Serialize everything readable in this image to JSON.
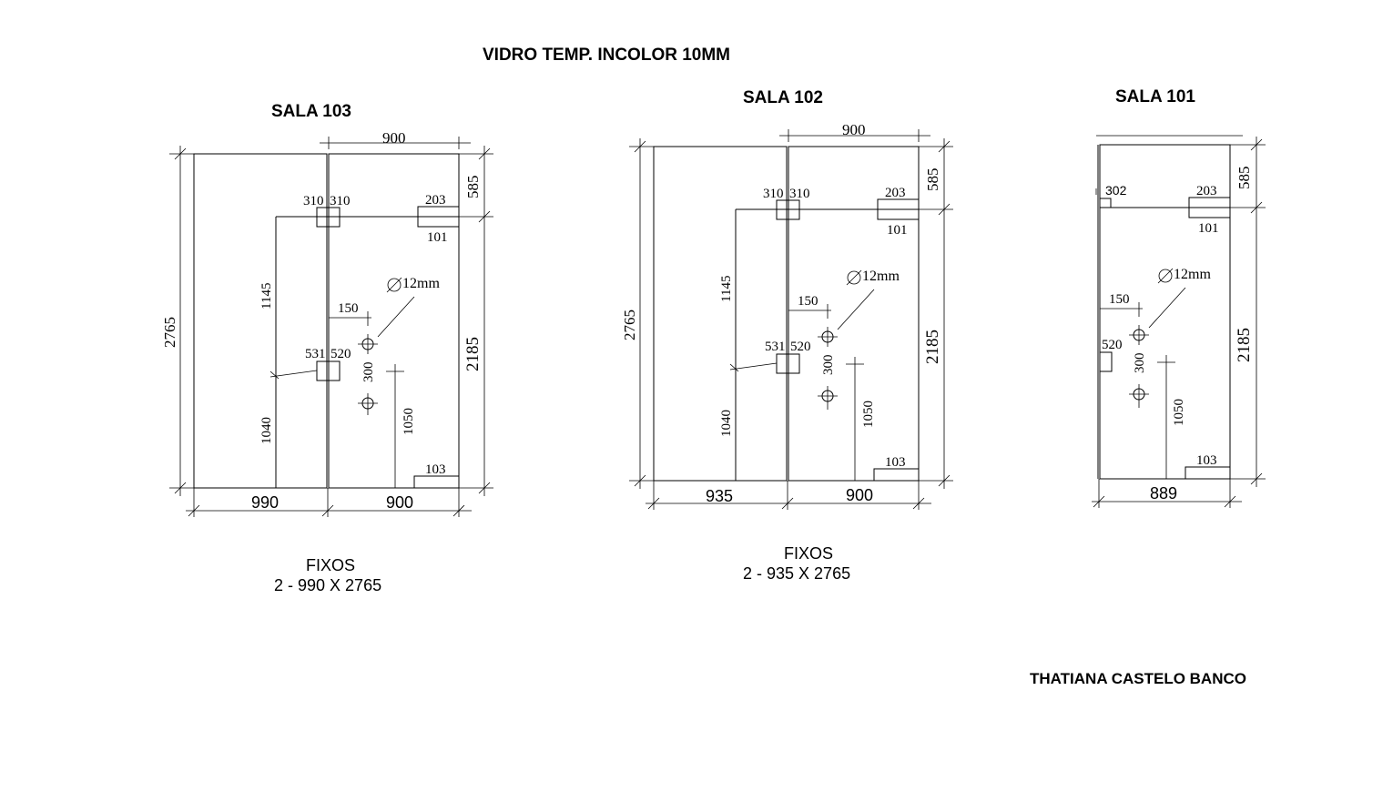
{
  "title": "VIDRO TEMP. INCOLOR 10MM",
  "author": "THATIANA CASTELO BANCO",
  "hole_label": "12mm",
  "rooms": [
    {
      "name": "SALA 103",
      "dims": {
        "top_width": "900",
        "total_height": "2765",
        "top_offset": "585",
        "lock_left": "310",
        "lock_right": "310",
        "top_patch_top": "203",
        "top_patch_bottom": "101",
        "upper_height": "1145",
        "handle_offset": "150",
        "mid_lock_left": "531",
        "mid_lock_right": "520",
        "handle_spacing": "300",
        "right_height": "2185",
        "lower_height": "1040",
        "handle_height": "1050",
        "bottom_patch": "103",
        "bottom_left": "990",
        "bottom_right": "900"
      },
      "fixed_label": "FIXOS",
      "fixed_spec": "2 - 990 X 2765"
    },
    {
      "name": "SALA 102",
      "dims": {
        "top_width": "900",
        "total_height": "2765",
        "top_offset": "585",
        "lock_left": "310",
        "lock_right": "310",
        "top_patch_top": "203",
        "top_patch_bottom": "101",
        "upper_height": "1145",
        "handle_offset": "150",
        "mid_lock_left": "531",
        "mid_lock_right": "520",
        "handle_spacing": "300",
        "right_height": "2185",
        "lower_height": "1040",
        "handle_height": "1050",
        "bottom_patch": "103",
        "bottom_left": "935",
        "bottom_right": "900"
      },
      "fixed_label": "FIXOS",
      "fixed_spec": "2 - 935 X 2765"
    },
    {
      "name": "SALA 101",
      "dims": {
        "top_offset": "585",
        "lock": "302",
        "top_patch_top": "203",
        "top_patch_bottom": "101",
        "handle_offset": "150",
        "mid_lock": "520",
        "handle_spacing": "300",
        "right_height": "2185",
        "handle_height": "1050",
        "bottom_patch": "103",
        "bottom_width": "889"
      }
    }
  ]
}
